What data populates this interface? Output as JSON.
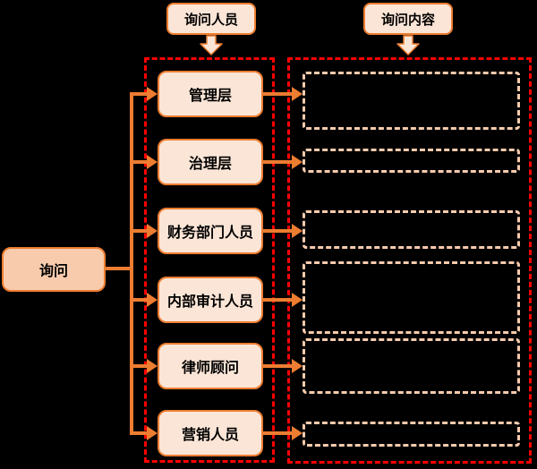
{
  "diagram": {
    "root": {
      "label": "询问"
    },
    "column_headers": {
      "people": "询问人员",
      "content": "询问内容"
    },
    "people": [
      {
        "label": "管理层"
      },
      {
        "label": "治理层"
      },
      {
        "label": "财务部门人员"
      },
      {
        "label": "内部审计人员"
      },
      {
        "label": "律师顾问"
      },
      {
        "label": "营销人员"
      }
    ],
    "content_boxes": [
      {
        "label": ""
      },
      {
        "label": ""
      },
      {
        "label": ""
      },
      {
        "label": ""
      },
      {
        "label": ""
      },
      {
        "label": ""
      }
    ],
    "colors": {
      "background": "#000000",
      "accent_orange": "#ED7D31",
      "node_fill_light": "#FBE5D6",
      "node_fill_medium": "#F8CBAD",
      "group_outline_red": "#FE0000",
      "content_box_dash": "#F8CBAD",
      "text": "#000000"
    }
  }
}
